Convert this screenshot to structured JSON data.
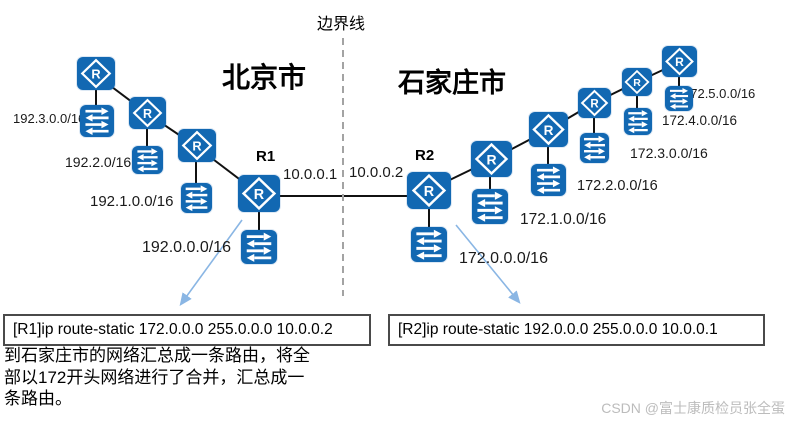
{
  "boundary": {
    "label": "边界线"
  },
  "regions": {
    "left_city": "北京市",
    "right_city": "石家庄市"
  },
  "routers": {
    "r1": "R1",
    "r2": "R2"
  },
  "link": {
    "left_ip": "10.0.0.1",
    "right_ip": "10.0.0.2"
  },
  "left_networks": [
    "192.3.0.0/16",
    "192.2.0/16",
    "192.1.0.0/16",
    "192.0.0.0/16"
  ],
  "right_networks": [
    "172.0.0.0/16",
    "172.1.0.0/16",
    "172.2.0.0/16",
    "172.3.0.0/16",
    "172.4.0.0/16",
    "172.5.0.0/16"
  ],
  "commands": {
    "r1": "[R1]ip route-static 172.0.0.0 255.0.0.0 10.0.0.2",
    "r2": "[R2]ip route-static 192.0.0.0 255.0.0.0 10.0.0.1"
  },
  "note_lines": {
    "l1": "到石家庄市的网络汇总成一条路由，将全",
    "l2": "部以172开头网络进行了合并，汇总成一",
    "l3": "条路由。"
  },
  "watermark": "CSDN @富士康质检员张全蛋",
  "colors": {
    "device_blue": "#1268b2",
    "boundary_gray": "#a3a3a3",
    "arrow_blue": "#8ab6e4",
    "line_black": "#111111"
  }
}
